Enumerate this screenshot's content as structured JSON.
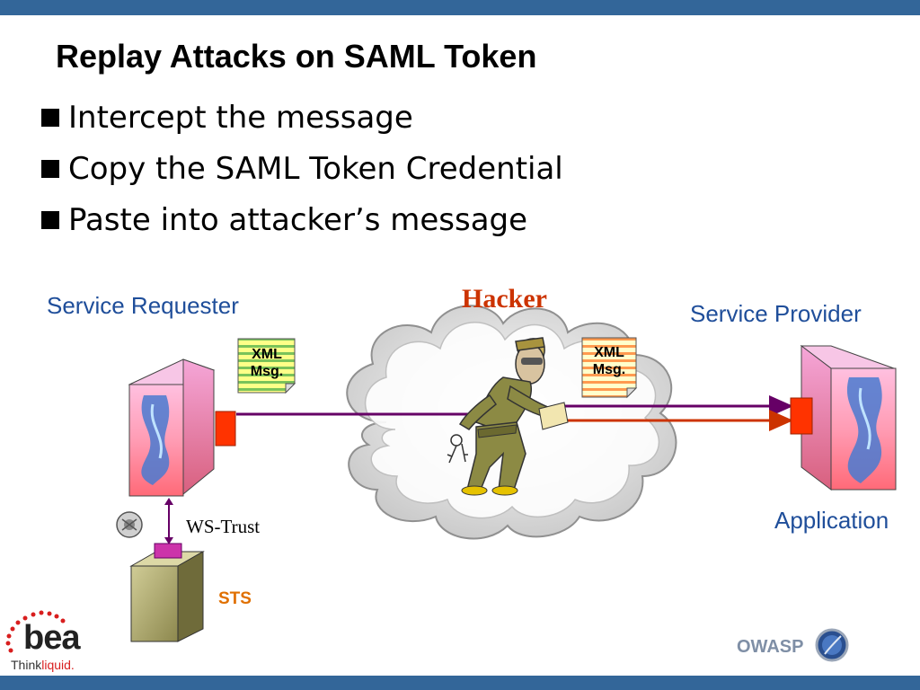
{
  "slide": {
    "title": "Replay Attacks on SAML Token",
    "bullets": [
      "Intercept the message",
      "Copy the SAML Token Credential",
      "Paste into attacker’s message"
    ]
  },
  "diagram": {
    "service_requester": "Service Requester",
    "hacker": "Hacker",
    "service_provider": "Service Provider",
    "xml_msg_left": [
      "XML",
      "Msg."
    ],
    "xml_msg_right": [
      "XML",
      "Msg."
    ],
    "ws_trust": "WS-Trust",
    "sts": "STS",
    "application": "Application"
  },
  "footer": {
    "bea_logo": "bea",
    "bea_tagline_think": "Think",
    "bea_tagline_liquid": "liquid.",
    "owasp": "OWASP"
  },
  "colors": {
    "header_bar": "#336699",
    "label_blue": "#1f4e9a",
    "hacker_red": "#cc3300",
    "sts_orange": "#e07000",
    "arrow_purple": "#660066",
    "arrow_orange": "#cc3300"
  }
}
